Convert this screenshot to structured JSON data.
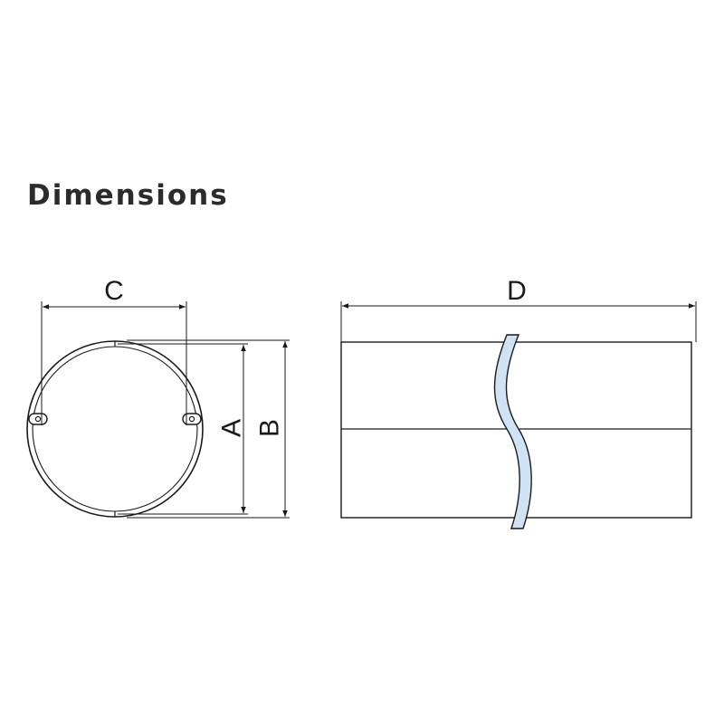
{
  "title": "Dimensions",
  "labels": {
    "a": "A",
    "b": "B",
    "c": "C",
    "d": "D"
  },
  "colors": {
    "line": "#1a1a1a",
    "break_fill": "#cfe3f5",
    "title": "#2b2b2b"
  }
}
